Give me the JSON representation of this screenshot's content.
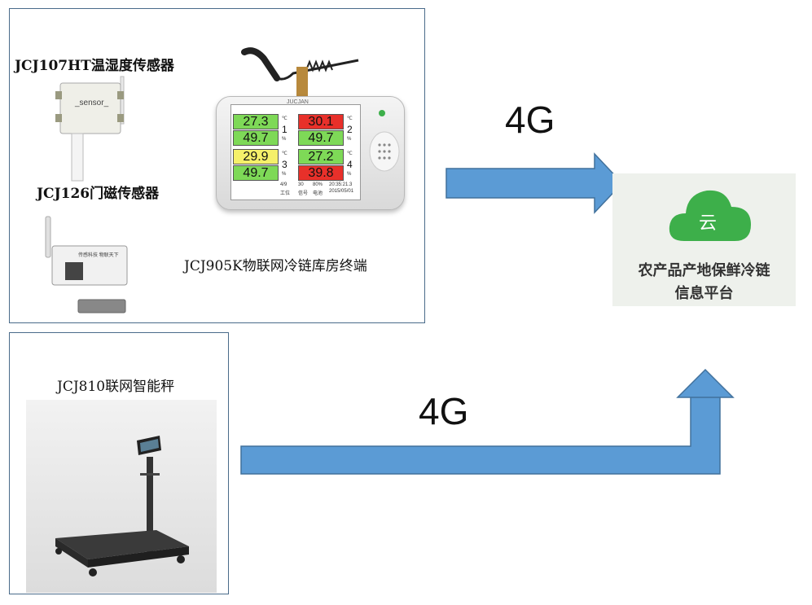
{
  "labels": {
    "sensor_ht": "JCJ107HT温湿度传感器",
    "sensor_door": "JCJ126门磁传感器",
    "terminal": "JCJ905K物联网冷链库房终端",
    "scale": "JCJ810联网智能秤"
  },
  "arrows": {
    "top": "4G",
    "bottom": "4G"
  },
  "platform": {
    "cloud_glyph": "云",
    "line1": "农产品产地保鲜冷链",
    "line2": "信息平台"
  },
  "sensor_box": {
    "label": "_sensor_"
  },
  "door_sensor": {
    "label": "传感科技 物联天下"
  },
  "terminal_screen": {
    "brand": "JUCJAN",
    "ch1": {
      "temp": "27.3",
      "hum": "49.7",
      "num": "1"
    },
    "ch2": {
      "temp": "30.1",
      "hum": "49.7",
      "num": "2"
    },
    "ch3": {
      "temp": "29.9",
      "hum": "49.7",
      "num": "3"
    },
    "ch4": {
      "temp": "27.2",
      "hum": "39.8",
      "num": "4"
    },
    "unit_c": "℃",
    "unit_pct": "%",
    "footer": {
      "a": "4/9",
      "b": "30",
      "c": "80%",
      "d": "20:35:21.3",
      "e": "工位",
      "f": "信号",
      "g": "电池",
      "h": "2015/05/01"
    }
  },
  "colors": {
    "arrow": "#5b9bd5",
    "cloud": "#3daf4a",
    "green": "#7ed957",
    "red": "#e8302a",
    "yellow": "#f5f06a"
  }
}
